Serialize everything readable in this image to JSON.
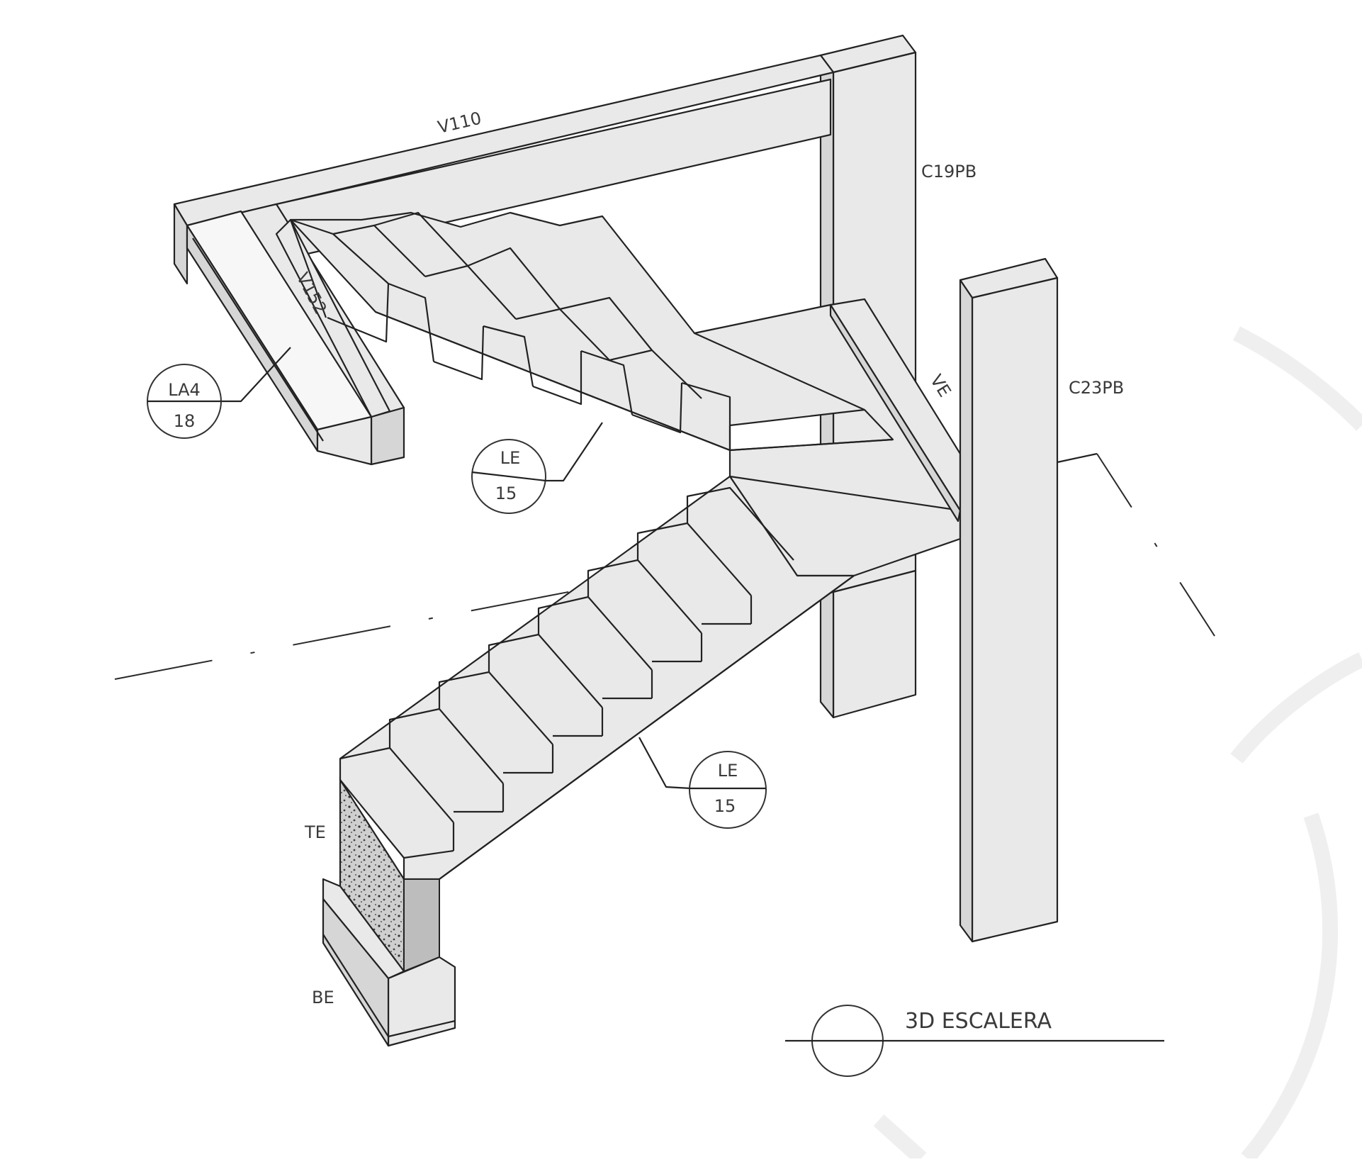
{
  "title": "3D ESCALERA",
  "elements": {
    "beam_top": "V110",
    "beam_side": "V152",
    "column_back": "C19PB",
    "column_front": "C23PB",
    "beam_landing": "VE",
    "footing_wall": "TE",
    "footing_beam": "BE"
  },
  "section_tags": [
    {
      "code": "LA4",
      "number": "18"
    },
    {
      "code": "LE",
      "number": "15"
    },
    {
      "code": "LE",
      "number": "15"
    }
  ],
  "colors": {
    "line": "#222222",
    "face": "#e9e9e9",
    "text": "#3a3a3a"
  }
}
